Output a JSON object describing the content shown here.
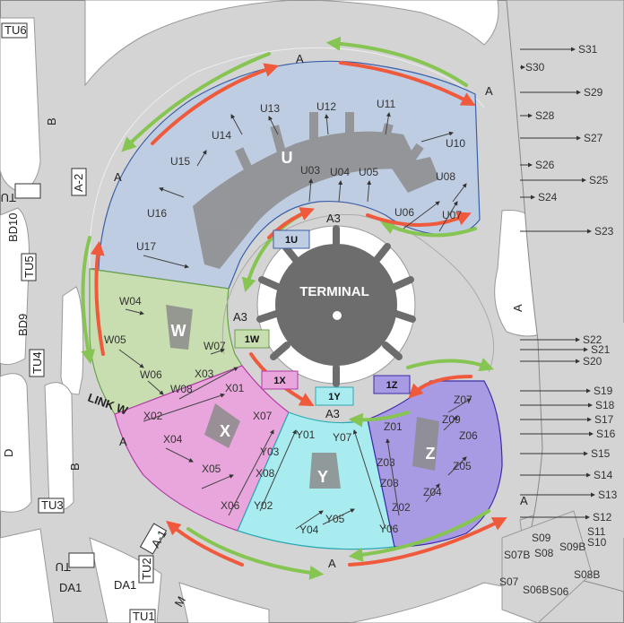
{
  "map": {
    "terminal_label": "TERMINAL",
    "zone_letters": {
      "u": "U",
      "w": "W",
      "x": "X",
      "y": "Y",
      "z": "Z"
    },
    "zone_boxes": {
      "u": "1U",
      "w": "1W",
      "x": "1X",
      "y": "1Y",
      "z": "1Z"
    },
    "taxiways": {
      "a_top": "A",
      "a_nw": "A",
      "a_ne": "A",
      "a_right": "A",
      "a_se": "A",
      "a_bottom": "A",
      "a_left": "A",
      "a3_top": "A3",
      "a3_left": "A3",
      "a3_bottom": "A3",
      "b_top": "B",
      "b_bottom": "B",
      "d": "D",
      "bd10": "BD10",
      "bd9": "BD9",
      "link_w": "LINK W",
      "da1_a": "DA1",
      "da1_b": "DA1",
      "m": "M"
    },
    "signs": {
      "tu6_top": "TU6",
      "tu6_mid": "TU6",
      "a2": "A-2",
      "tu5": "TU5",
      "tu4": "TU4",
      "tu3": "TU3",
      "a1": "A-1",
      "tu2": "TU2",
      "tu_small": "TU",
      "tu1": "TU1"
    },
    "stands_u": [
      "U13",
      "U12",
      "U11",
      "U14",
      "U10",
      "U15",
      "U03",
      "U04",
      "U05",
      "U08",
      "U16",
      "U06",
      "U07",
      "U17"
    ],
    "stands_w": [
      "W04",
      "W05",
      "W07",
      "W06",
      "X03",
      "W08"
    ],
    "stands_x": [
      "X01",
      "X02",
      "X07",
      "X04",
      "Y03",
      "X05",
      "X08",
      "X06"
    ],
    "stands_y": [
      "Y01",
      "Y07",
      "Y02",
      "Y05",
      "Y04"
    ],
    "stands_z": [
      "Z07",
      "Z01",
      "Z09",
      "Z06",
      "Z03",
      "Z05",
      "Z08",
      "Z02",
      "Z04",
      "Y06"
    ],
    "stands_s": [
      "S31",
      "S30",
      "S29",
      "S28",
      "S27",
      "S26",
      "S25",
      "S24",
      "S23",
      "S22",
      "S21",
      "S20",
      "S19",
      "S18",
      "S17",
      "S16",
      "S15",
      "S14",
      "S13",
      "S12",
      "S11",
      "S10",
      "S09",
      "S09B",
      "S08",
      "S08B",
      "S07B",
      "S07",
      "S06B",
      "S06"
    ],
    "colors": {
      "u": "#bfcde3",
      "w": "#c9deb0",
      "x": "#e9a6dc",
      "y": "#a8ecef",
      "z": "#a99be3",
      "terminal": "#6d6d6d",
      "apron": "#d4d4d4",
      "green_arrow": "#86c552",
      "red_arrow": "#ef5a3c"
    }
  }
}
